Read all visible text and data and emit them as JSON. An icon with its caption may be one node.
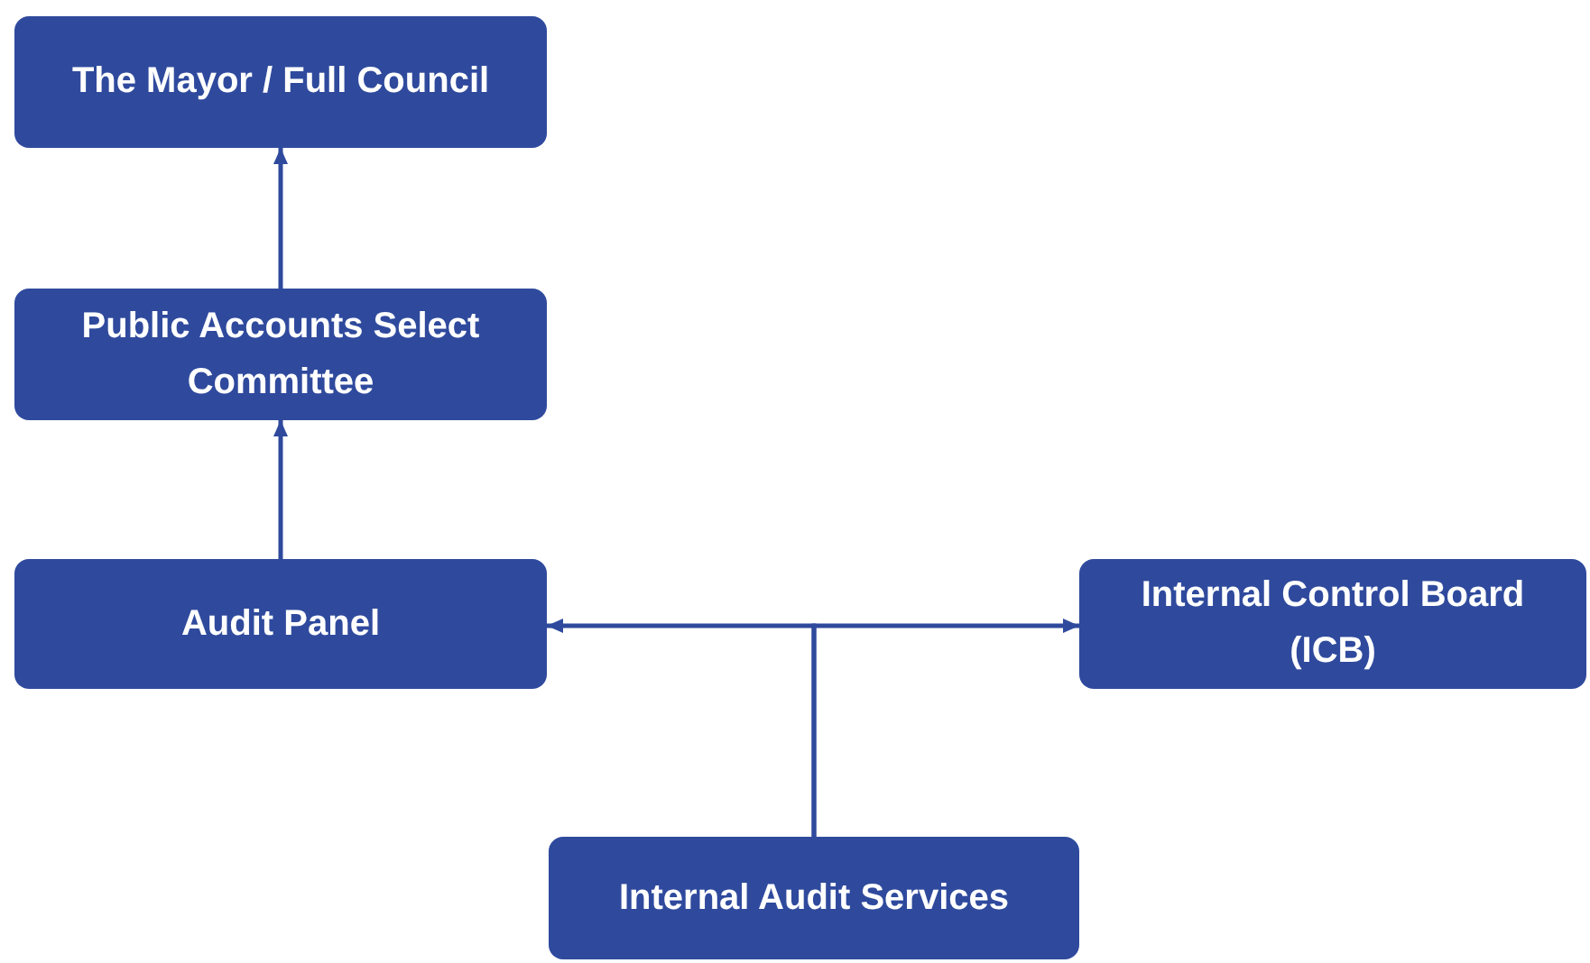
{
  "diagram": {
    "nodes": [
      {
        "text": [
          "The Mayor / Full Council"
        ]
      },
      {
        "text": [
          "Public Accounts Select Committee"
        ]
      },
      {
        "text": [
          "Audit Panel"
        ]
      },
      {
        "text": [
          "Internal Control Board (ICB)"
        ]
      },
      {
        "text": [
          "Internal Audit Services"
        ]
      }
    ],
    "edges": [
      {
        "from": 1,
        "to": 0,
        "arrow": "to"
      },
      {
        "from": 2,
        "to": 1,
        "arrow": "to"
      },
      {
        "from": 4,
        "to": 2,
        "arrow": "to"
      },
      {
        "from": 4,
        "to": 3,
        "arrow": "to"
      }
    ]
  }
}
